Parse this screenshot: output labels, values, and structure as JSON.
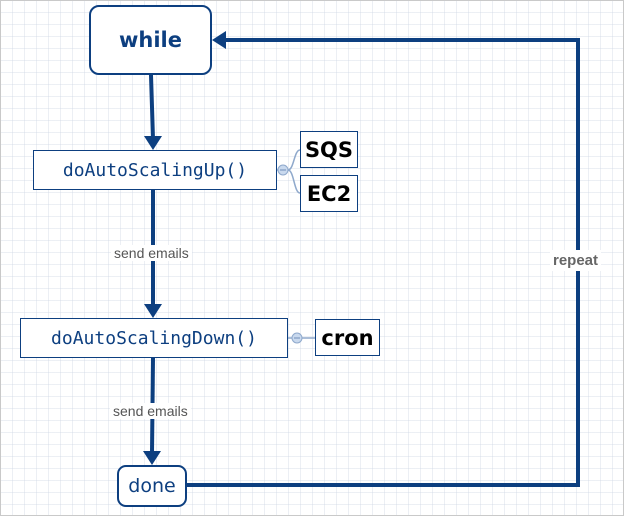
{
  "nodes": {
    "while": "while",
    "up": "doAutoScalingUp()",
    "down": "doAutoScalingDown()",
    "sqs": "SQS",
    "ec2": "EC2",
    "cron": "cron",
    "done": "done"
  },
  "edges": {
    "up_to_down": "send emails",
    "down_to_done": "send emails",
    "loop": "repeat"
  },
  "colors": {
    "node_border": "#0d3f80",
    "connector": "#0d3f80",
    "collapse_dot": "#c9d9ee"
  }
}
